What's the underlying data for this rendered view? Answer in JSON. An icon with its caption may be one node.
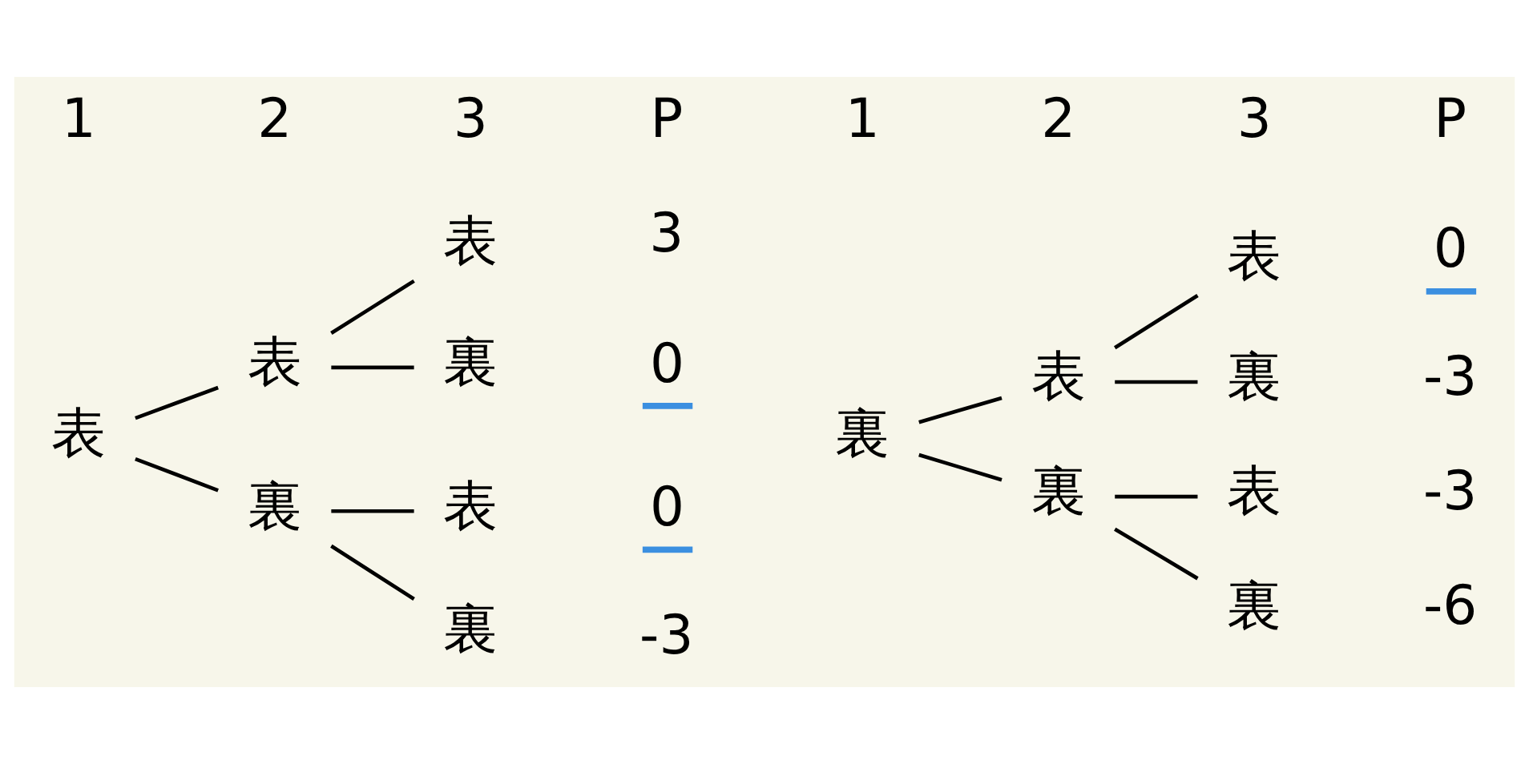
{
  "diagram": {
    "nodes": [
      {
        "text": [
          "表"
        ]
      },
      {
        "text": [
          "表"
        ]
      },
      {
        "text": [
          "裏"
        ]
      },
      {
        "text": [
          "表"
        ],
        "beside": [
          "3"
        ]
      },
      {
        "text": [
          "裏"
        ],
        "beside": [
          "0"
        ]
      },
      {
        "text": [
          "表"
        ],
        "beside": [
          "0"
        ]
      },
      {
        "text": [
          "裏"
        ],
        "beside": [
          "-3"
        ]
      },
      {
        "text": [
          "裏"
        ]
      },
      {
        "text": [
          "表"
        ]
      },
      {
        "text": [
          "裏"
        ]
      },
      {
        "text": [
          "表"
        ],
        "beside": [
          "0"
        ]
      },
      {
        "text": [
          "裏"
        ],
        "beside": [
          "-3"
        ]
      },
      {
        "text": [
          "表"
        ],
        "beside": [
          "-3"
        ]
      },
      {
        "text": [
          "裏"
        ],
        "beside": [
          "-6"
        ]
      }
    ],
    "edges": [
      {
        "from": 0,
        "to": 1,
        "arrow": "none"
      },
      {
        "from": 0,
        "to": 2,
        "arrow": "none"
      },
      {
        "from": 1,
        "to": 3,
        "arrow": "none"
      },
      {
        "from": 1,
        "to": 4,
        "arrow": "none"
      },
      {
        "from": 2,
        "to": 5,
        "arrow": "none"
      },
      {
        "from": 2,
        "to": 6,
        "arrow": "none"
      },
      {
        "from": 7,
        "to": 8,
        "arrow": "none"
      },
      {
        "from": 7,
        "to": 9,
        "arrow": "none"
      },
      {
        "from": 8,
        "to": 10,
        "arrow": "none"
      },
      {
        "from": 8,
        "to": 11,
        "arrow": "none"
      },
      {
        "from": 9,
        "to": 12,
        "arrow": "none"
      },
      {
        "from": 9,
        "to": 13,
        "arrow": "none"
      }
    ],
    "labels": [
      "1",
      "2",
      "3",
      "P",
      "1",
      "2",
      "3",
      "P"
    ]
  }
}
